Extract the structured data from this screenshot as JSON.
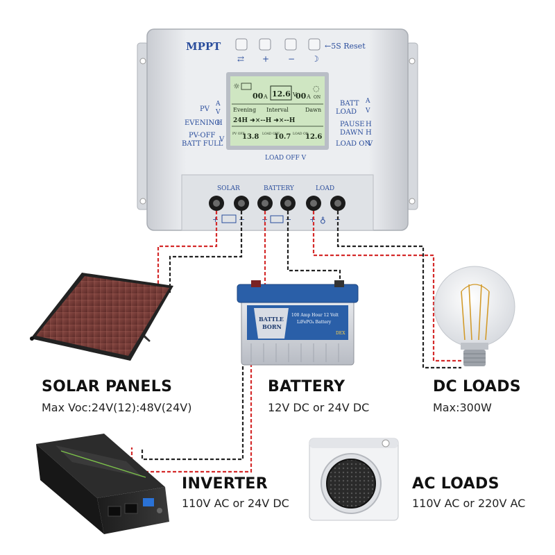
{
  "controller": {
    "brand": "MPPT",
    "reset_hint": "←5S Reset",
    "button_symbols": [
      "⇄",
      "+",
      "−",
      "☽"
    ],
    "left_labels": [
      "PV",
      "EVENING",
      "PV-OFF",
      "BATT FULL"
    ],
    "left_units": [
      "A",
      "V",
      "H",
      "V"
    ],
    "right_labels": [
      "BATT",
      "LOAD",
      "PAUSE",
      "DAWN",
      "LOAD ON"
    ],
    "right_units": [
      "A",
      "V",
      "H",
      "H",
      "V"
    ],
    "bottom_label": "LOAD OFF V",
    "lcd": {
      "top_left_value": "00",
      "top_left_unit": "A",
      "center_value": "12.6",
      "center_unit": "V",
      "top_right_value": "00",
      "top_right_unit": "A",
      "on_label": "ON",
      "row_labels": [
        "Evening",
        "Interval",
        "Dawn"
      ],
      "timer_row": "24H ➜×--H ➜×--H",
      "bottom_left_tag": "PV OFF",
      "bottom_left_value": "13.8",
      "bottom_mid_tag": "LOAD OFF",
      "bottom_mid_value": "10.7",
      "bottom_right_tag": "LOAD ON",
      "bottom_right_value": "12.6"
    },
    "terminal_groups": [
      "SOLAR",
      "BATTERY",
      "LOAD"
    ],
    "plus_sign": "+",
    "minus_sign": "−"
  },
  "battery_labels": {
    "brand_line1": "BATTLE",
    "brand_line2": "BORN",
    "spec_line1": "100 Amp Hour 12 Volt",
    "spec_line2": "LiFePO₄ Battery",
    "badge": "DEX"
  },
  "captions": {
    "solar": {
      "title": "SOLAR PANELS",
      "sub": "Max Voc:24V(12):48V(24V)"
    },
    "battery": {
      "title": "BATTERY",
      "sub": "12V DC or 24V DC"
    },
    "dc": {
      "title": "DC LOADS",
      "sub": "Max:300W"
    },
    "inverter": {
      "title": "INVERTER",
      "sub": "110V AC or 24V DC"
    },
    "ac": {
      "title": "AC LOADS",
      "sub": "110V AC or 220V AC"
    }
  },
  "colors": {
    "positive_wire": "#d42a2a",
    "negative_wire": "#222222",
    "controller_body": "#e4e6ea",
    "lcd_bg": "#cfe6c2",
    "label_blue": "#2a4d9c",
    "panel_cell": "#7a3a36",
    "battery_blue": "#2a5fa8"
  }
}
